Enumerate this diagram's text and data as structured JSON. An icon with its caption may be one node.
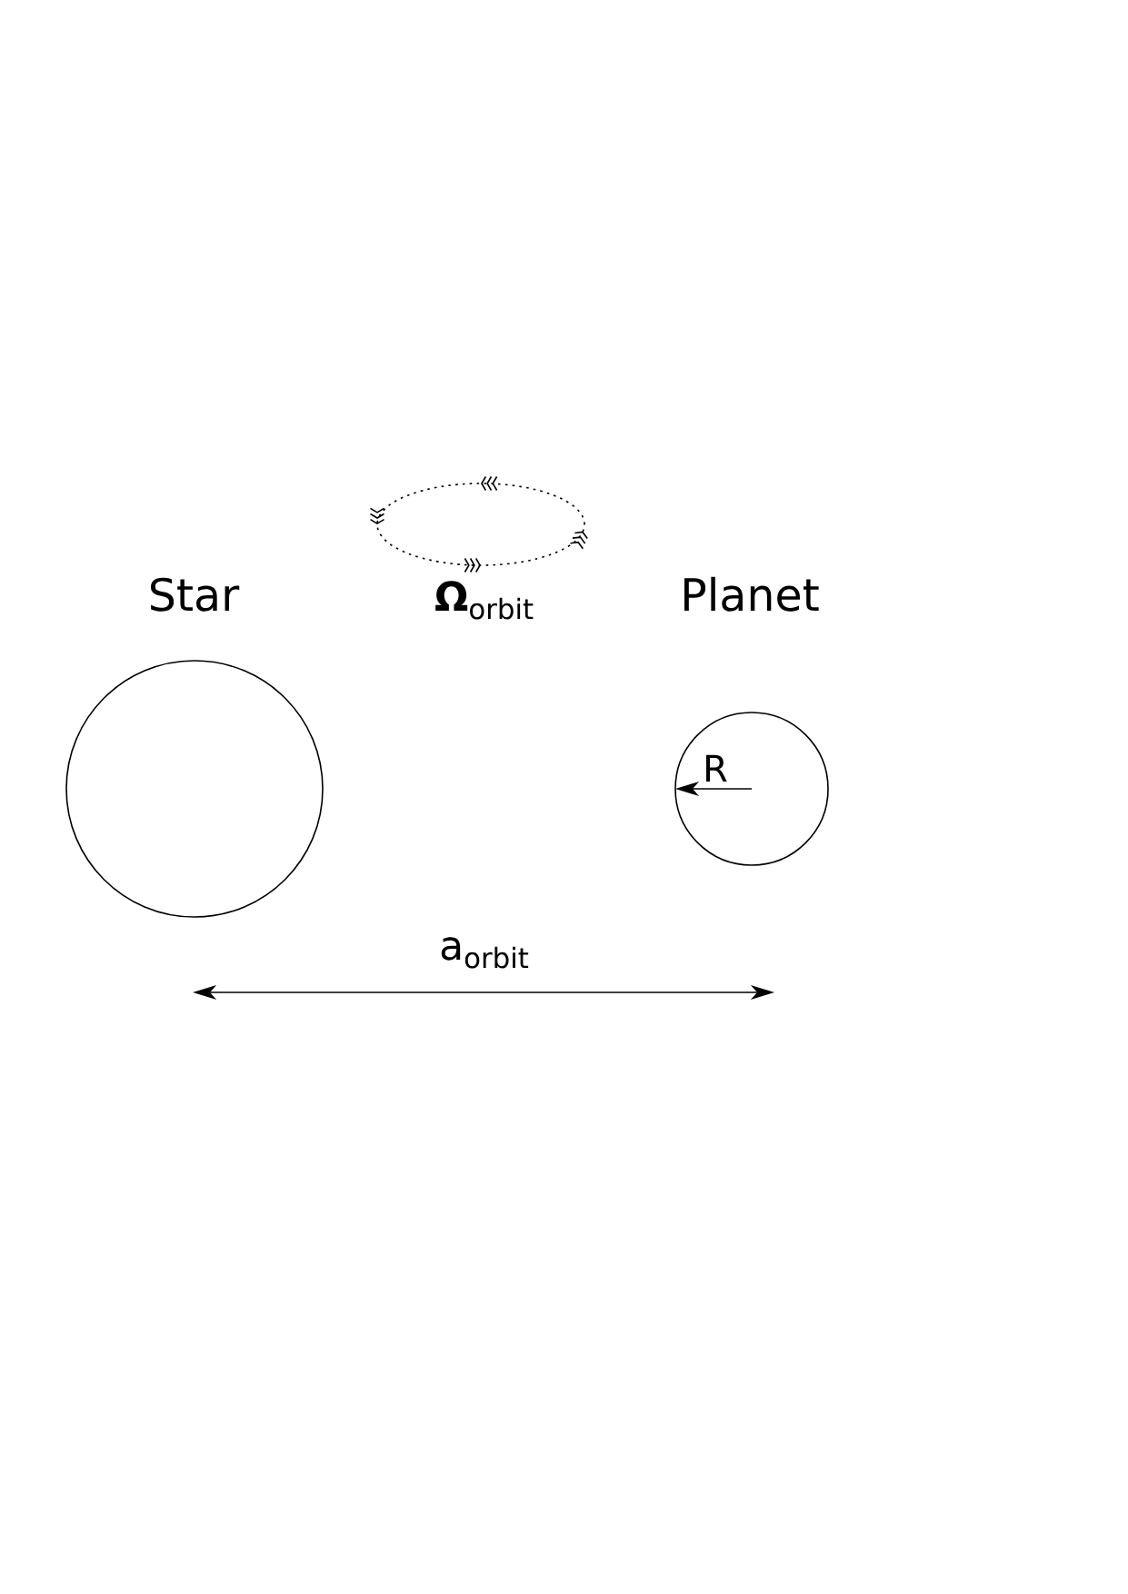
{
  "diagram": {
    "nodes": [
      {
        "text": [
          "Star"
        ]
      },
      {
        "text": [
          "Planet"
        ]
      }
    ],
    "labels": [
      "**Ω**$_{orbit}$",
      "R",
      "a$_{orbit}$"
    ]
  }
}
